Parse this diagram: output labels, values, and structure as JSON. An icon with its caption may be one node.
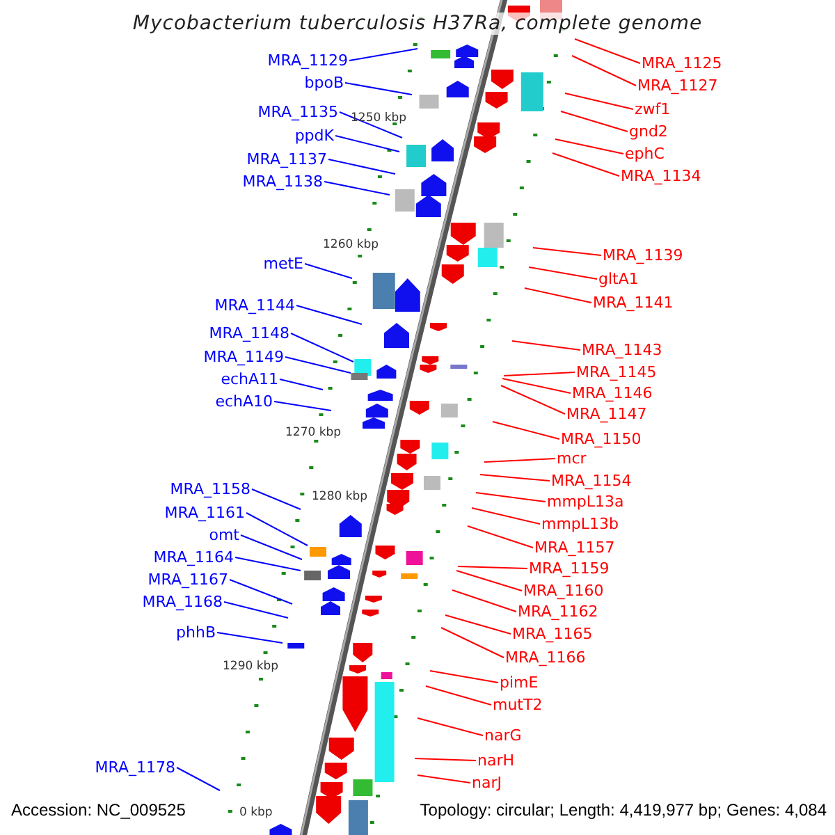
{
  "diagram": {
    "title": "Mycobacterium tuberculosis H37Ra, complete genome",
    "nodes": [
      {
        "text": [
          "MRA_1129"
        ]
      },
      {
        "text": [
          "bpoB"
        ]
      },
      {
        "text": [
          "MRA_1135"
        ]
      },
      {
        "text": [
          "ppdK"
        ]
      },
      {
        "text": [
          "MRA_1137"
        ]
      },
      {
        "text": [
          "MRA_1138"
        ]
      },
      {
        "text": [
          "metE"
        ]
      },
      {
        "text": [
          "MRA_1144"
        ]
      },
      {
        "text": [
          "MRA_1148"
        ]
      },
      {
        "text": [
          "MRA_1149"
        ]
      },
      {
        "text": [
          "echA11"
        ]
      },
      {
        "text": [
          "echA10"
        ]
      },
      {
        "text": [
          "MRA_1158"
        ]
      },
      {
        "text": [
          "MRA_1161"
        ]
      },
      {
        "text": [
          "omt"
        ]
      },
      {
        "text": [
          "MRA_1164"
        ]
      },
      {
        "text": [
          "MRA_1167"
        ]
      },
      {
        "text": [
          "MRA_1168"
        ]
      },
      {
        "text": [
          "phhB"
        ]
      },
      {
        "text": [
          "MRA_1178"
        ]
      },
      {
        "text": [
          "MRA_1125"
        ]
      },
      {
        "text": [
          "MRA_1127"
        ]
      },
      {
        "text": [
          "zwf1"
        ]
      },
      {
        "text": [
          "gnd2"
        ]
      },
      {
        "text": [
          "ephC"
        ]
      },
      {
        "text": [
          "MRA_1134"
        ]
      },
      {
        "text": [
          "MRA_1139"
        ]
      },
      {
        "text": [
          "gltA1"
        ]
      },
      {
        "text": [
          "MRA_1141"
        ]
      },
      {
        "text": [
          "MRA_1143"
        ]
      },
      {
        "text": [
          "MRA_1145"
        ]
      },
      {
        "text": [
          "MRA_1146"
        ]
      },
      {
        "text": [
          "MRA_1147"
        ]
      },
      {
        "text": [
          "MRA_1150"
        ]
      },
      {
        "text": [
          "mcr"
        ]
      },
      {
        "text": [
          "MRA_1154"
        ]
      },
      {
        "text": [
          "mmpL13a"
        ]
      },
      {
        "text": [
          "mmpL13b"
        ]
      },
      {
        "text": [
          "MRA_1157"
        ]
      },
      {
        "text": [
          "MRA_1159"
        ]
      },
      {
        "text": [
          "MRA_1160"
        ]
      },
      {
        "text": [
          "MRA_1162"
        ]
      },
      {
        "text": [
          "MRA_1165"
        ]
      },
      {
        "text": [
          "MRA_1166"
        ]
      },
      {
        "text": [
          "pimE"
        ]
      },
      {
        "text": [
          "mutT2"
        ]
      },
      {
        "text": [
          "narG"
        ]
      },
      {
        "text": [
          "narH"
        ]
      },
      {
        "text": [
          "narJ"
        ]
      }
    ],
    "edges": [
      {
        "from": 0,
        "to": null,
        "arrow": "none",
        "color": "#0000ff"
      },
      {
        "from": 1,
        "to": null,
        "arrow": "none",
        "color": "#0000ff"
      },
      {
        "from": 2,
        "to": null,
        "arrow": "none",
        "color": "#0000ff"
      },
      {
        "from": 3,
        "to": null,
        "arrow": "none",
        "color": "#0000ff"
      },
      {
        "from": 4,
        "to": null,
        "arrow": "none",
        "color": "#0000ff"
      },
      {
        "from": 5,
        "to": null,
        "arrow": "none",
        "color": "#0000ff"
      },
      {
        "from": 6,
        "to": null,
        "arrow": "none",
        "color": "#0000ff"
      },
      {
        "from": 7,
        "to": null,
        "arrow": "none",
        "color": "#0000ff"
      },
      {
        "from": 8,
        "to": null,
        "arrow": "none",
        "color": "#0000ff"
      },
      {
        "from": 9,
        "to": null,
        "arrow": "none",
        "color": "#0000ff"
      },
      {
        "from": 10,
        "to": null,
        "arrow": "none",
        "color": "#0000ff"
      },
      {
        "from": 11,
        "to": null,
        "arrow": "none",
        "color": "#0000ff"
      },
      {
        "from": 12,
        "to": null,
        "arrow": "none",
        "color": "#0000ff"
      },
      {
        "from": 13,
        "to": null,
        "arrow": "none",
        "color": "#0000ff"
      },
      {
        "from": 14,
        "to": null,
        "arrow": "none",
        "color": "#0000ff"
      },
      {
        "from": 15,
        "to": null,
        "arrow": "none",
        "color": "#0000ff"
      },
      {
        "from": 16,
        "to": null,
        "arrow": "none",
        "color": "#0000ff"
      },
      {
        "from": 17,
        "to": null,
        "arrow": "none",
        "color": "#0000ff"
      },
      {
        "from": 18,
        "to": null,
        "arrow": "none",
        "color": "#0000ff"
      },
      {
        "from": 19,
        "to": null,
        "arrow": "none",
        "color": "#0000ff"
      },
      {
        "from": 20,
        "to": null,
        "arrow": "none"
      },
      {
        "from": 21,
        "to": null,
        "arrow": "none"
      },
      {
        "from": 22,
        "to": null,
        "arrow": "none"
      },
      {
        "from": 23,
        "to": null,
        "arrow": "none"
      },
      {
        "from": 24,
        "to": null,
        "arrow": "none"
      },
      {
        "from": 25,
        "to": null,
        "arrow": "none"
      },
      {
        "from": 26,
        "to": null,
        "arrow": "none"
      },
      {
        "from": 27,
        "to": null,
        "arrow": "none"
      },
      {
        "from": 28,
        "to": null,
        "arrow": "none"
      },
      {
        "from": 29,
        "to": null,
        "arrow": "none"
      },
      {
        "from": 30,
        "to": null,
        "arrow": "none"
      },
      {
        "from": 31,
        "to": null,
        "arrow": "none"
      },
      {
        "from": 32,
        "to": null,
        "arrow": "none"
      },
      {
        "from": 33,
        "to": null,
        "arrow": "none"
      },
      {
        "from": 34,
        "to": null,
        "arrow": "none"
      },
      {
        "from": 35,
        "to": null,
        "arrow": "none"
      },
      {
        "from": 36,
        "to": null,
        "arrow": "none"
      },
      {
        "from": 37,
        "to": null,
        "arrow": "none"
      },
      {
        "from": 38,
        "to": null,
        "arrow": "none"
      },
      {
        "from": 39,
        "to": null,
        "arrow": "none"
      },
      {
        "from": 40,
        "to": null,
        "arrow": "none"
      },
      {
        "from": 41,
        "to": null,
        "arrow": "none"
      },
      {
        "from": 42,
        "to": null,
        "arrow": "none"
      },
      {
        "from": 43,
        "to": null,
        "arrow": "none"
      },
      {
        "from": 44,
        "to": null,
        "arrow": "none"
      },
      {
        "from": 45,
        "to": null,
        "arrow": "none"
      },
      {
        "from": 46,
        "to": null,
        "arrow": "none"
      },
      {
        "from": 47,
        "to": null,
        "arrow": "none"
      },
      {
        "from": 48,
        "to": null,
        "arrow": "none"
      }
    ],
    "labels": [
      "1250 kbp",
      "1260 kbp",
      "1270 kbp",
      "1280 kbp",
      "1290 kbp",
      "0 kbp",
      "Accession: NC_009525",
      "Topology: circular; Length: 4,419,977 bp; Genes: 4,084"
    ]
  }
}
